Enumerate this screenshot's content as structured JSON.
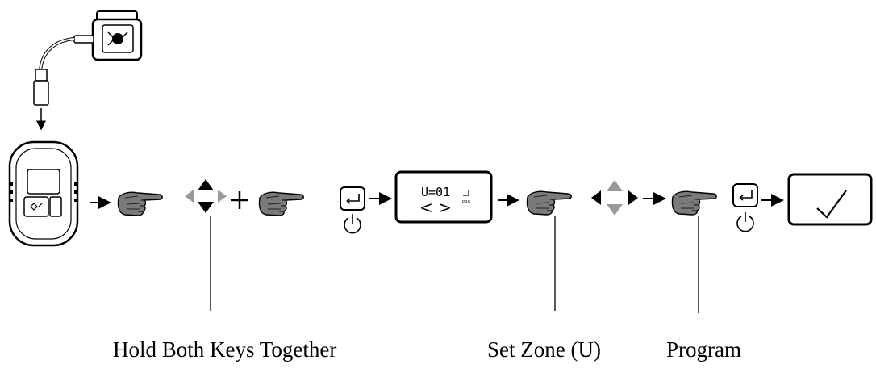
{
  "screen1": {
    "line1": "U=01",
    "prog_symbol": "PRG"
  },
  "screen2": {
    "check_symbol": "✓"
  },
  "captions": {
    "hold_keys": "Hold Both Keys Together",
    "set_zone": "Set Zone (U)",
    "program": "Program"
  },
  "icons": {
    "finger": "pointing-hand-icon",
    "enter": "enter-key-icon",
    "power": "power-icon"
  },
  "colors": {
    "ink": "#000000",
    "gray_arrow": "#999999"
  }
}
